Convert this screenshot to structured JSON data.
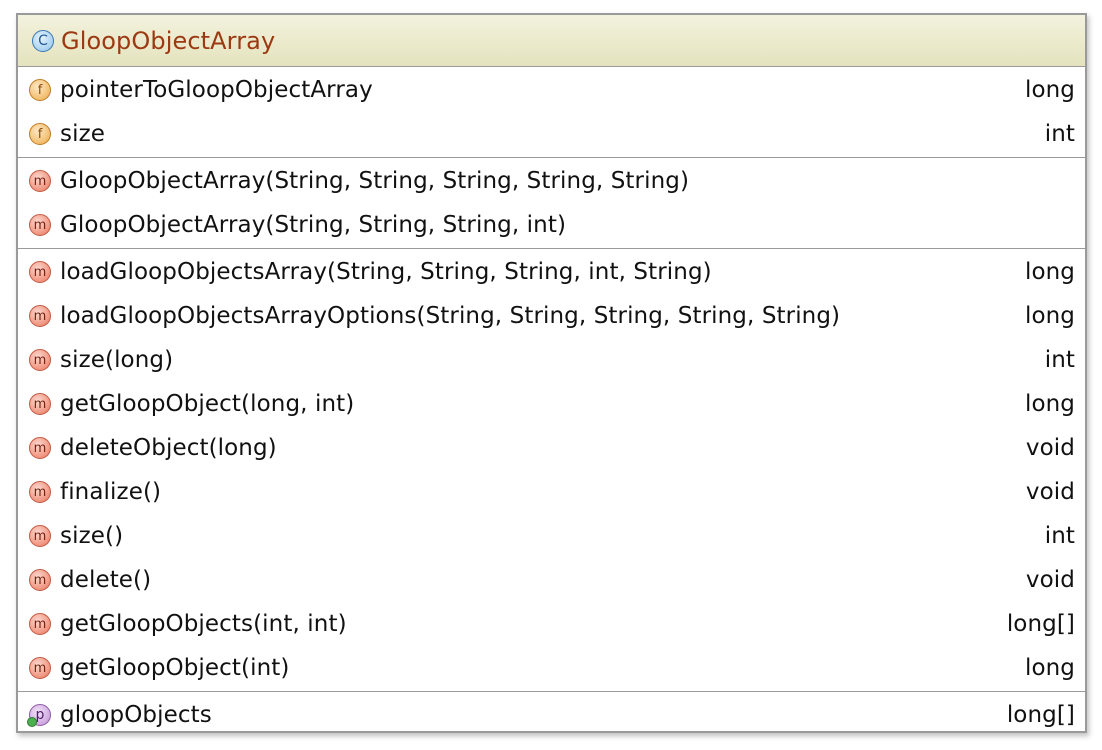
{
  "class_header": {
    "icon_letter": "C",
    "icon": "class-icon",
    "name": "GloopObjectArray"
  },
  "sections": [
    {
      "kind": "fields",
      "members": [
        {
          "icon": "field-icon",
          "icon_letter": "f",
          "label": "pointerToGloopObjectArray",
          "type": "long"
        },
        {
          "icon": "field-icon",
          "icon_letter": "f",
          "label": "size",
          "type": "int"
        }
      ]
    },
    {
      "kind": "constructors",
      "members": [
        {
          "icon": "method-icon",
          "icon_letter": "m",
          "label": "GloopObjectArray(String, String, String, String, String)",
          "type": ""
        },
        {
          "icon": "method-icon",
          "icon_letter": "m",
          "label": "GloopObjectArray(String, String, String, int)",
          "type": ""
        }
      ]
    },
    {
      "kind": "methods",
      "members": [
        {
          "icon": "method-icon",
          "icon_letter": "m",
          "label": "loadGloopObjectsArray(String, String, String, int, String)",
          "type": "long"
        },
        {
          "icon": "method-icon",
          "icon_letter": "m",
          "label": "loadGloopObjectsArrayOptions(String, String, String, String, String)",
          "type": "long"
        },
        {
          "icon": "method-icon",
          "icon_letter": "m",
          "label": "size(long)",
          "type": "int"
        },
        {
          "icon": "method-icon",
          "icon_letter": "m",
          "label": "getGloopObject(long, int)",
          "type": "long"
        },
        {
          "icon": "method-icon",
          "icon_letter": "m",
          "label": "deleteObject(long)",
          "type": "void"
        },
        {
          "icon": "method-icon",
          "icon_letter": "m",
          "label": "finalize()",
          "type": "void"
        },
        {
          "icon": "method-icon",
          "icon_letter": "m",
          "label": "size()",
          "type": "int"
        },
        {
          "icon": "method-icon",
          "icon_letter": "m",
          "label": "delete()",
          "type": "void"
        },
        {
          "icon": "method-icon",
          "icon_letter": "m",
          "label": "getGloopObjects(int, int)",
          "type": "long[]"
        },
        {
          "icon": "method-icon",
          "icon_letter": "m",
          "label": "getGloopObject(int)",
          "type": "long"
        }
      ]
    },
    {
      "kind": "properties",
      "members": [
        {
          "icon": "property-icon",
          "icon_letter": "p",
          "label": "gloopObjects",
          "type": "long[]"
        }
      ]
    }
  ],
  "colors": {
    "header_gradient_top": "#f3f2de",
    "header_gradient_bottom": "#e4e3bd",
    "class_name": "#9b3a12",
    "border": "#9a9a9a",
    "text": "#111111"
  }
}
